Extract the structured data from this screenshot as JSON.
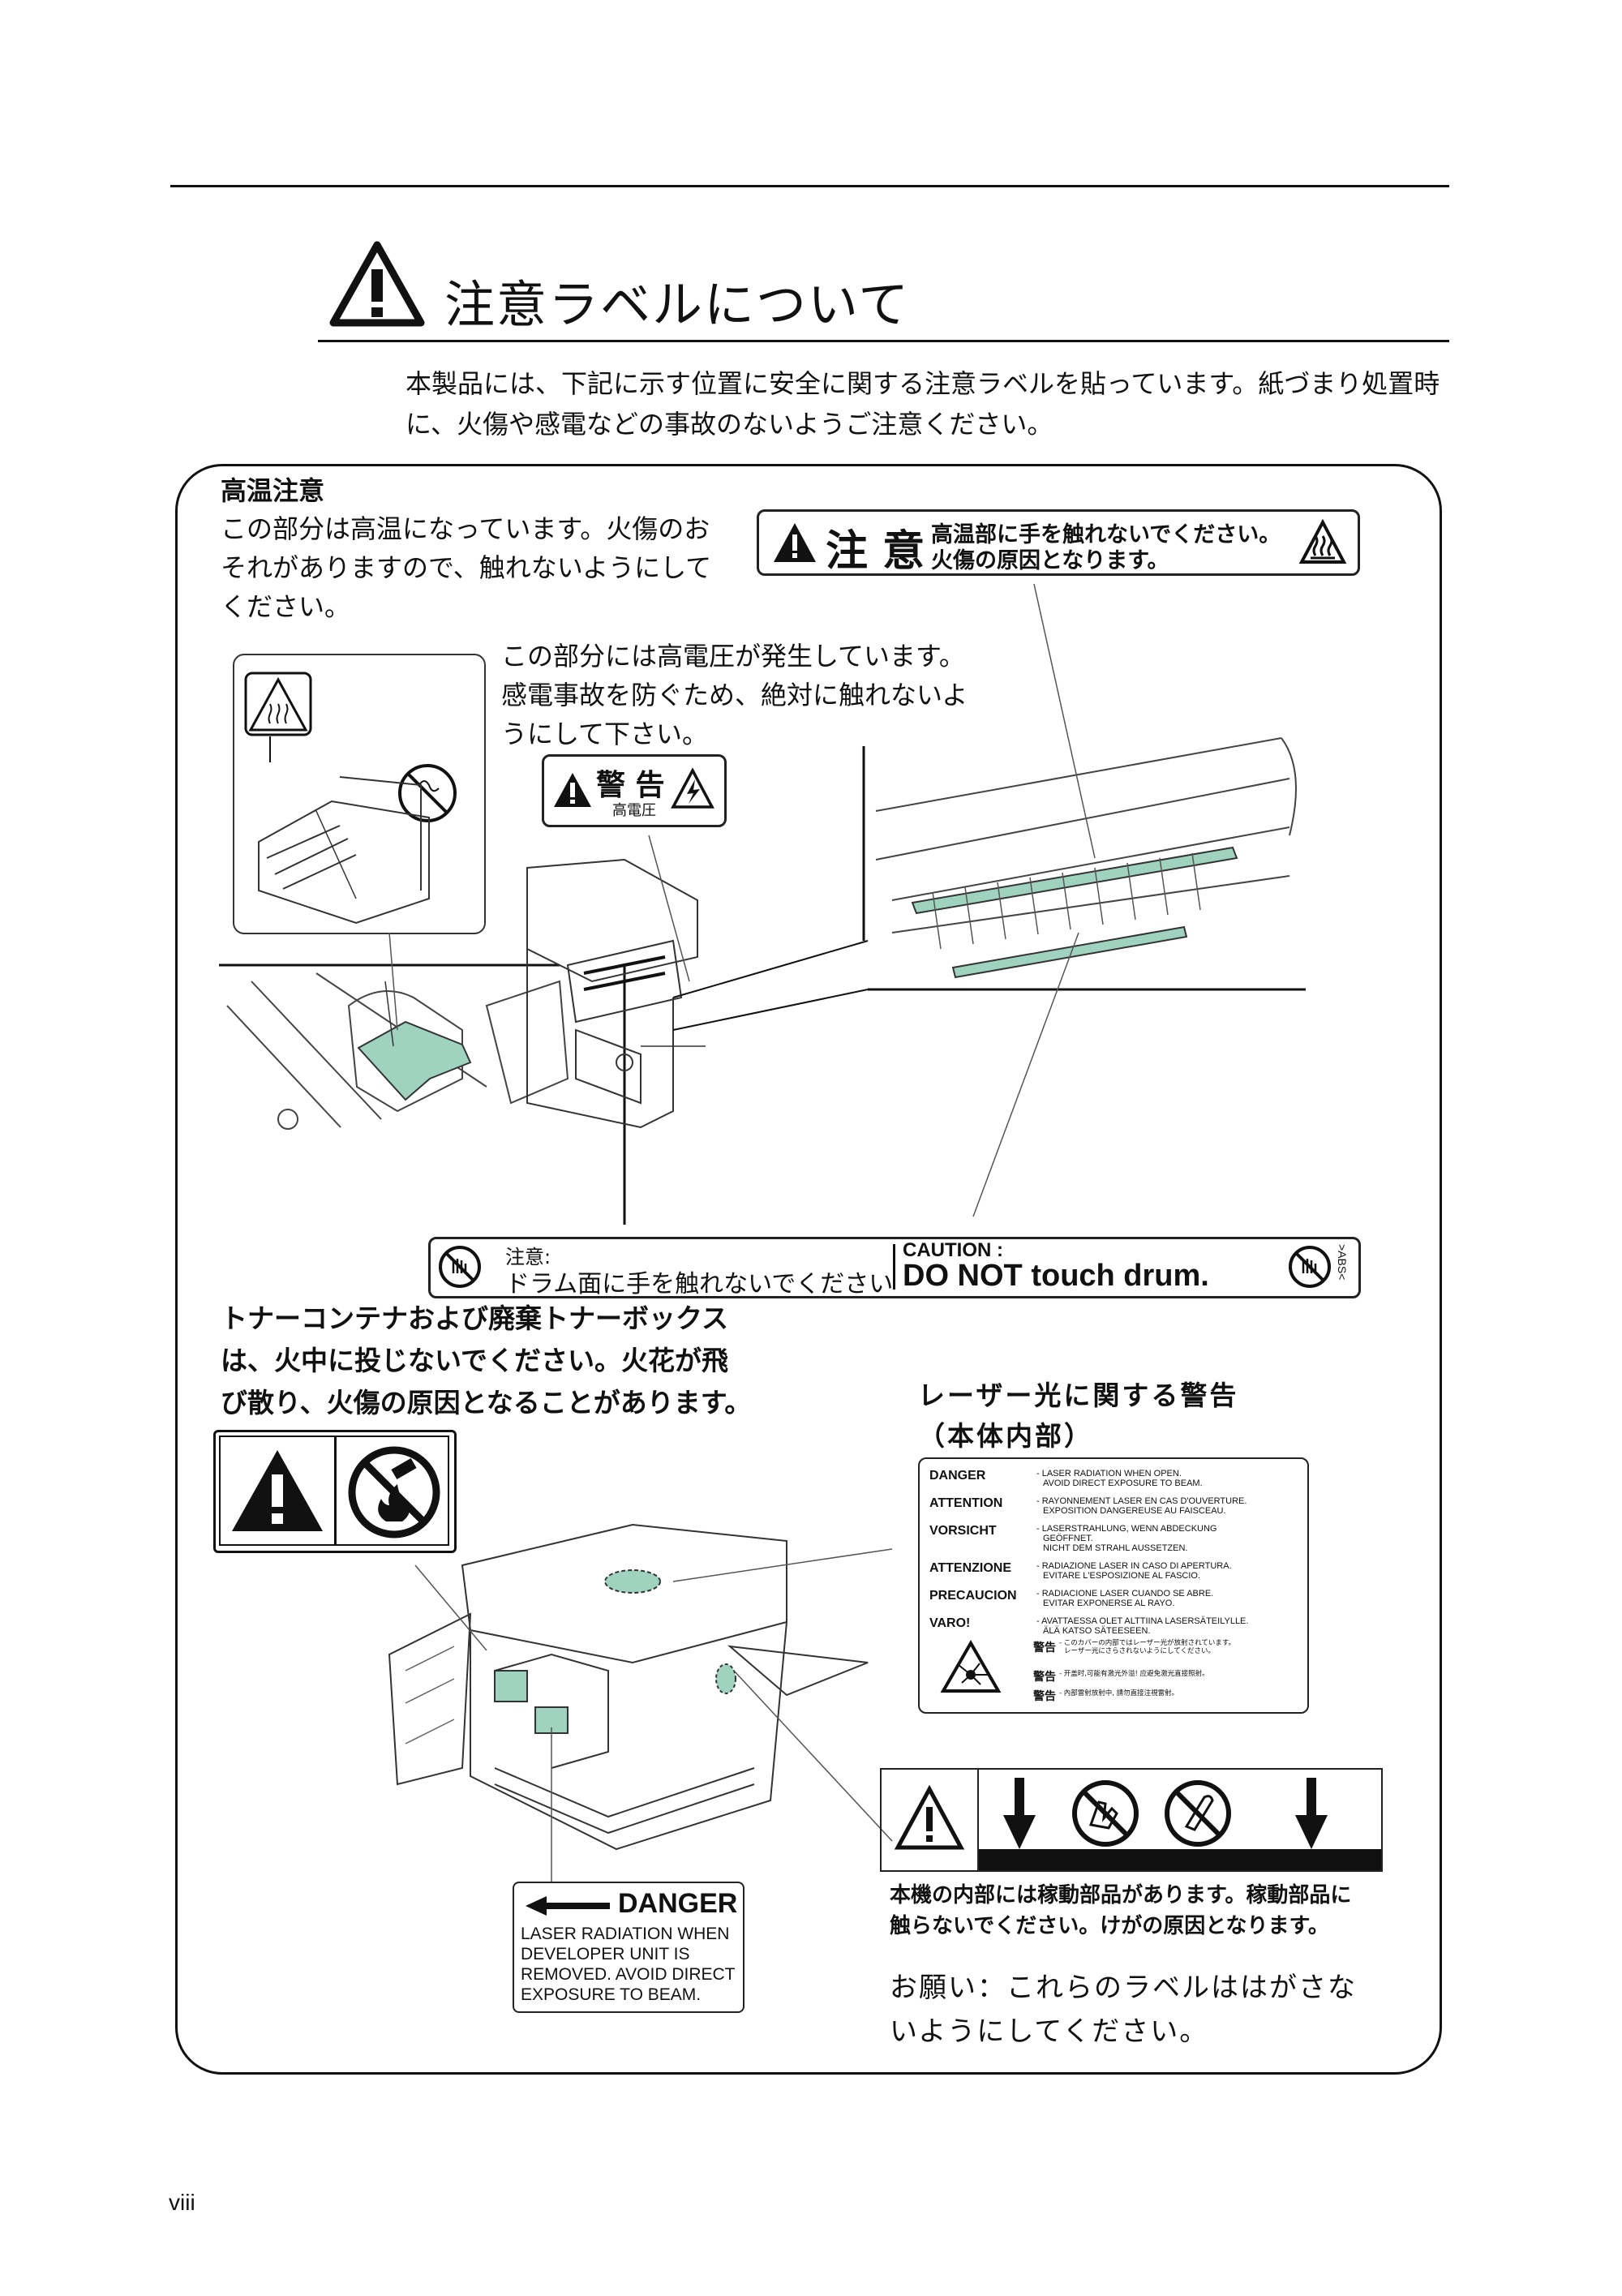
{
  "page": {
    "title": "注意ラベルについて",
    "intro": "本製品には、下記に示す位置に安全に関する注意ラベルを貼っています。紙づまり処置時に、火傷や感電などの事故のないようご注意ください。",
    "page_number": "viii"
  },
  "high_temp": {
    "heading": "高温注意",
    "text_lines": [
      "この部分は高温になっています。火傷のお",
      "それがありますので、触れないようにして",
      "ください。"
    ],
    "label_head": "注 意",
    "label_line1": "高温部に手を触れないでください。",
    "label_line2": "火傷の原因となります。"
  },
  "high_voltage": {
    "text_lines": [
      "この部分には高電圧が発生しています。",
      "感電事故を防ぐため、絶対に触れないよ",
      "うにして下さい。"
    ],
    "label_head": "警 告",
    "label_sub": "高電圧"
  },
  "drum": {
    "jp_head": "注意:",
    "jp_text": "ドラム面に手を触れないでください",
    "en_head": "CAUTION :",
    "en_text": "DO NOT touch drum.",
    "material": ">ABS<"
  },
  "toner": {
    "text_lines": [
      "トナーコンテナおよび廃棄トナーボックス",
      "は、火中に投じないでください。火花が飛",
      "び散り、火傷の原因となることがあります。"
    ]
  },
  "laser": {
    "heading_lines": [
      "レーザー光に関する警告",
      "（本体内部）"
    ],
    "rows": [
      {
        "key": "DANGER",
        "lines": [
          "- LASER RADIATION WHEN OPEN.",
          "AVOID DIRECT EXPOSURE TO BEAM."
        ]
      },
      {
        "key": "ATTENTION",
        "lines": [
          "- RAYONNEMENT LASER EN CAS D'OUVERTURE.",
          "EXPOSITION DANGEREUSE AU FAISCEAU."
        ]
      },
      {
        "key": "VORSICHT",
        "lines": [
          "- LASERSTRAHLUNG, WENN ABDECKUNG",
          "GEÖFFNET.",
          "NICHT DEM STRAHL AUSSETZEN."
        ]
      },
      {
        "key": "ATTENZIONE",
        "lines": [
          "- RADIAZIONE LASER IN CASO DI APERTURA.",
          "EVITARE L'ESPOSIZIONE AL FASCIO."
        ]
      },
      {
        "key": "PRECAUCION",
        "lines": [
          "- RADIACIONE LASER CUANDO SE ABRE.",
          "EVITAR EXPONERSE AL RAYO."
        ]
      },
      {
        "key": "VARO!",
        "lines": [
          "- AVATTAESSA OLET ALTTIINA LASERSÄTEILYLLE.",
          "ÄLÄ KATSO SÄTEESEEN."
        ]
      }
    ],
    "asian_rows": [
      {
        "key": "警告",
        "lines": [
          "- このカバーの内部ではレーザー光が放射されています。",
          "レーザー光にさらされないようにしてください。"
        ]
      },
      {
        "key": "警告",
        "lines": [
          "- 开盖时,可能有激光外溢! 应避免激光直接照射。"
        ]
      },
      {
        "key": "警告",
        "lines": [
          "- 內部雷射放射中, 請勿直接注視雷射。"
        ]
      }
    ]
  },
  "danger_label": {
    "head": "DANGER",
    "lines": [
      "LASER RADIATION WHEN",
      "DEVELOPER UNIT IS",
      "REMOVED. AVOID DIRECT",
      "EXPOSURE TO BEAM."
    ]
  },
  "moving_parts": {
    "text_lines": [
      "本機の内部には稼動部品があります。稼動部品に",
      "触らないでください。けがの原因となります。"
    ]
  },
  "request": {
    "text_lines": [
      "お願い：これらのラベルははがさな",
      "いようにしてください。"
    ]
  }
}
